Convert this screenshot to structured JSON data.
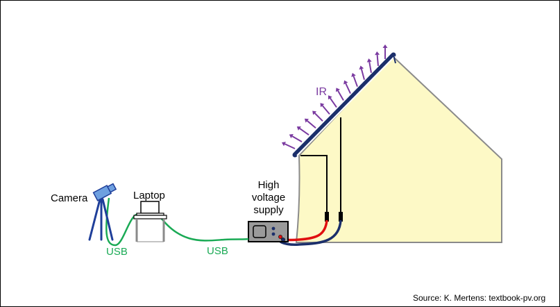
{
  "labels": {
    "camera": "Camera",
    "laptop": "Laptop",
    "supply_line1": "High",
    "supply_line2": "voltage",
    "supply_line3": "supply",
    "usb_left": "USB",
    "usb_right": "USB",
    "ir": "IR",
    "source": "Source: K. Mertens: textbook-pv.org"
  },
  "colors": {
    "house_fill": "#fdf9c6",
    "house_stroke": "#8a8a8a",
    "panel": "#1b2f6b",
    "ir_arrows": "#7a3aa0",
    "usb_cable": "#1aaa55",
    "red_cable": "#e01010",
    "navy_cable": "#1b2f6b",
    "tripod": "#1f3f9a",
    "camera_body": "#6ea0e0",
    "supply_box": "#9a9a9a"
  },
  "icons": {
    "camera": "camera-icon",
    "laptop": "laptop-icon",
    "supply": "high-voltage-supply-icon"
  }
}
